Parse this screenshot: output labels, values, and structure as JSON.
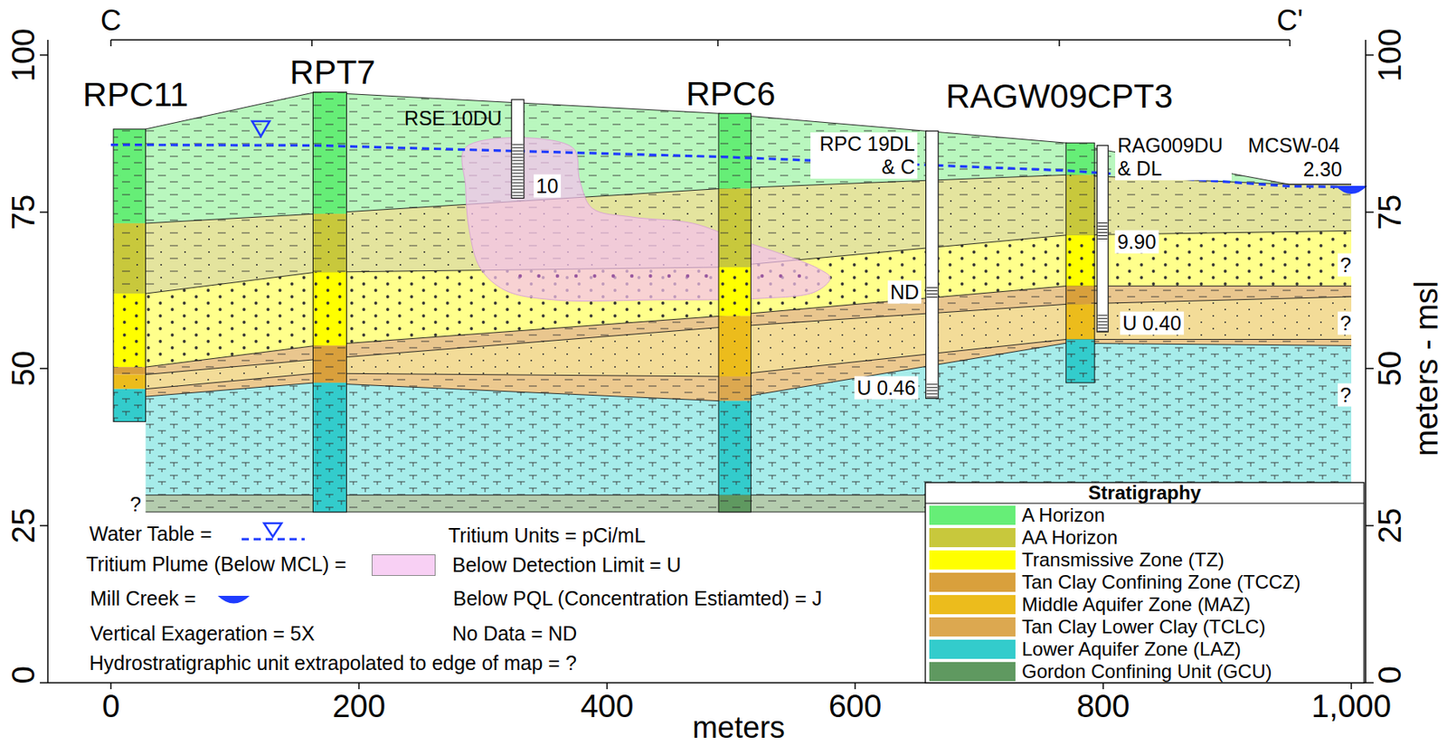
{
  "diagram": {
    "labels": [
      "C",
      "C'",
      "100",
      "75",
      "50",
      "25",
      "0",
      "RPC11",
      "RPT7",
      "RSE 10DU",
      "10",
      "RPC6",
      "RPC 19DL & C",
      "RAGW09CPT3",
      "RAG009DU & DL",
      "MCSW-04",
      "2.30",
      "9.90",
      "ND",
      "?",
      "U 0.40",
      "?",
      "U 0.46",
      "?",
      "?",
      "100",
      "75",
      "50",
      "25",
      "0",
      "meters - msl",
      "0",
      "200",
      "400",
      "600",
      "800",
      "1,000",
      "meters",
      "Vertical Exageration = 5X",
      "Hydrostratigraphic unit extrapolated to edge of map = ?",
      "Tritium Units = pCi/mL",
      "Below Detection Limit = U",
      "Below PQL (Concentration Estiamted) = J",
      "No Data = ND",
      "Stratigraphy"
    ],
    "legend": [
      {
        "text": "Water Table ="
      },
      {
        "text": "Tritium Plume (Below MCL) =",
        "color": "#f8d0f4"
      },
      {
        "text": "Mill Creek ="
      },
      {
        "text": "A Horizon",
        "color": "#66ee77"
      },
      {
        "text": "AA Horizon",
        "color": "#c8c83c"
      },
      {
        "text": "Transmissive Zone (TZ)",
        "color": "#ffff00"
      },
      {
        "text": "Tan Clay Confining Zone (TCCZ)",
        "color": "#d9a03c"
      },
      {
        "text": "Middle Aquifer Zone (MAZ)",
        "color": "#ecbc1c"
      },
      {
        "text": "Tan Clay Lower Clay (TCLC)",
        "color": "#dca850"
      },
      {
        "text": "Lower Aquifer Zone (LAZ)",
        "color": "#33cccc"
      },
      {
        "text": "Gordon Confining Unit (GCU)",
        "color": "#5f9960"
      }
    ]
  }
}
